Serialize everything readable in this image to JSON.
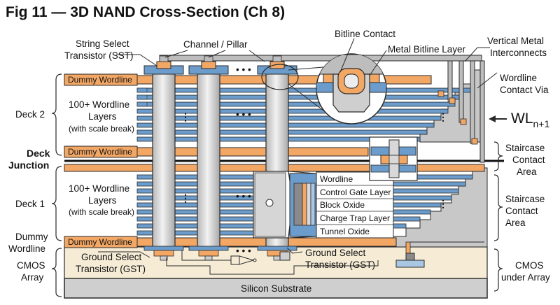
{
  "title": "Fig 11 — 3D NAND Cross-Section (Ch 8)",
  "labels": {
    "sst": [
      "String Select",
      "Transistor (SST)"
    ],
    "channel": "Channel / Pillar",
    "bitline_contact": "Bitline Contact",
    "metal_bitline": "Metal Bitline Layer",
    "vertical_metal": [
      "Vertical Metal",
      "Interconnects"
    ],
    "wordline_contact_via": [
      "Wordline",
      "Contact Via"
    ],
    "wl_main": "WL",
    "wl_sub": "n+1",
    "deck2": "Deck 2",
    "deck1": "Deck 1",
    "deck_junction": [
      "Deck",
      "Junction"
    ],
    "wordline_layers": [
      "100+ Wordline",
      "Layers"
    ],
    "scale_break": "(with scale break)",
    "dummy_wordline": "Dummy Wordline",
    "dummy_left": [
      "Dummy",
      "Wordline"
    ],
    "cmos_array": [
      "CMOS",
      "Array"
    ],
    "gst_left": [
      "Ground Select",
      "Transistor (GST)"
    ],
    "gst_right": [
      "Ground Select",
      "Transistor (GST)"
    ],
    "staircase_upper": [
      "Staircase",
      "Contact",
      "Area"
    ],
    "staircase_lower": [
      "Staircase",
      "Contact",
      "Area"
    ],
    "cmos_under_array": [
      "CMOS",
      "under Array"
    ],
    "silicon_substrate": "Silicon Substrate",
    "ellipsis": "• • •",
    "vdots": "⋮"
  },
  "cell_layers": [
    "Wordline",
    "Control Gate Layer",
    "Block Oxide",
    "Charge Trap Layer",
    "Tunnel Oxide"
  ],
  "colors": {
    "wordline_blue": "#6b9ccb",
    "dummy_orange": "#f2a765",
    "pillar_gray": "#d4d4d4",
    "cmos_beige": "#f6ecd6",
    "staircase_gray": "#c8c8c8",
    "substrate_gray": "#cfcfcf",
    "outline": "#2a2a2a"
  }
}
